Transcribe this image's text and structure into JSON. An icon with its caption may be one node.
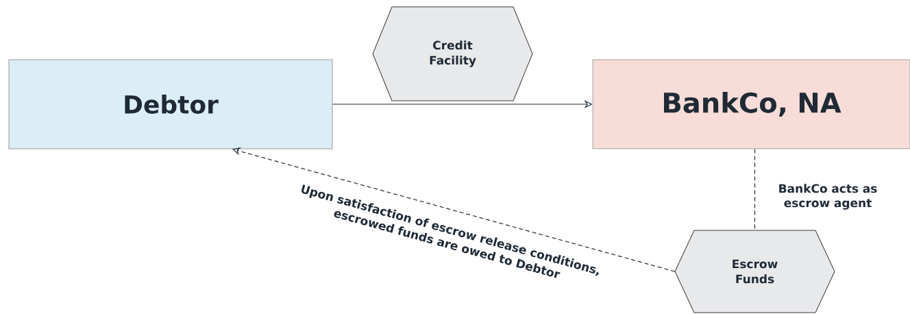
{
  "diagram": {
    "nodes": [
      {
        "text": [
          "Debtor"
        ]
      },
      {
        "text": [
          "Credit Facility"
        ]
      },
      {
        "text": [
          "BankCo, NA"
        ]
      },
      {
        "text": [
          "Escrow Funds"
        ]
      }
    ],
    "edges": [
      {
        "from": 0,
        "to": 2,
        "arrow": "to"
      },
      {
        "from": 2,
        "to": 3,
        "arrow": "none",
        "style": "dashed",
        "label": "BankCo acts as escrow agent"
      },
      {
        "from": 3,
        "to": 0,
        "arrow": "to",
        "style": "dashed",
        "label": "Upon satisfaction of escrow release conditions, escrowed funds are owed to Debtor"
      }
    ]
  }
}
